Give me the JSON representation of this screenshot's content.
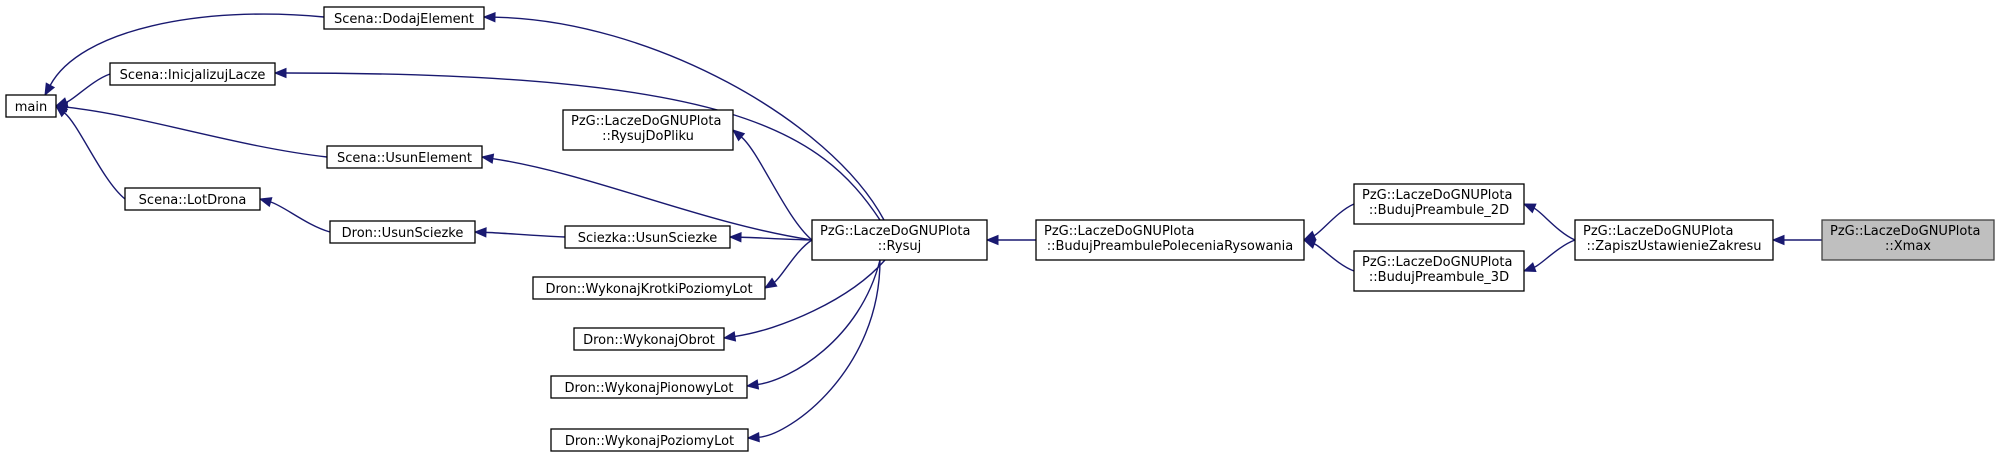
{
  "nodes": {
    "main": [
      "main"
    ],
    "dodaj": [
      "Scena::DodajElement"
    ],
    "inicj": [
      "Scena::InicjalizujLacze"
    ],
    "rysujplik": [
      "PzG::LaczeDoGNUPlota",
      "::RysujDoPliku"
    ],
    "usunel": [
      "Scena::UsunElement"
    ],
    "lot": [
      "Scena::LotDrona"
    ],
    "dusun": [
      "Dron::UsunSciezke"
    ],
    "susun": [
      "Sciezka::UsunSciezke"
    ],
    "krotki": [
      "Dron::WykonajKrotkiPoziomyLot"
    ],
    "obrot": [
      "Dron::WykonajObrot"
    ],
    "pionowy": [
      "Dron::WykonajPionowyLot"
    ],
    "poziomy": [
      "Dron::WykonajPoziomyLot"
    ],
    "rysuj": [
      "PzG::LaczeDoGNUPlota",
      "::Rysuj"
    ],
    "budujpol": [
      "PzG::LaczeDoGNUPlota",
      "::BudujPreambulePoleceniaRysowania"
    ],
    "bud2d": [
      "PzG::LaczeDoGNUPlota",
      "::BudujPreambule_2D"
    ],
    "bud3d": [
      "PzG::LaczeDoGNUPlota",
      "::BudujPreambule_3D"
    ],
    "zapisz": [
      "PzG::LaczeDoGNUPlota",
      "::ZapiszUstawienieZakresu"
    ],
    "xmax": [
      "PzG::LaczeDoGNUPlota",
      "::Xmax"
    ]
  },
  "highlighted_node": "xmax",
  "edges": [
    [
      "xmax",
      "zapisz"
    ],
    [
      "zapisz",
      "bud2d"
    ],
    [
      "zapisz",
      "bud3d"
    ],
    [
      "bud2d",
      "budujpol"
    ],
    [
      "bud3d",
      "budujpol"
    ],
    [
      "budujpol",
      "rysuj"
    ],
    [
      "rysuj",
      "dodaj"
    ],
    [
      "rysuj",
      "inicj"
    ],
    [
      "rysuj",
      "rysujplik"
    ],
    [
      "rysuj",
      "usunel"
    ],
    [
      "rysuj",
      "susun"
    ],
    [
      "rysuj",
      "krotki"
    ],
    [
      "rysuj",
      "obrot"
    ],
    [
      "rysuj",
      "pionowy"
    ],
    [
      "rysuj",
      "poziomy"
    ],
    [
      "susun",
      "dusun"
    ],
    [
      "dusun",
      "lot"
    ],
    [
      "lot",
      "main"
    ],
    [
      "usunel",
      "main"
    ],
    [
      "inicj",
      "main"
    ],
    [
      "dodaj",
      "main"
    ]
  ],
  "colors": {
    "edge": "#191970",
    "highlight_fill": "#bfbfbf",
    "node_border": "#000000"
  }
}
